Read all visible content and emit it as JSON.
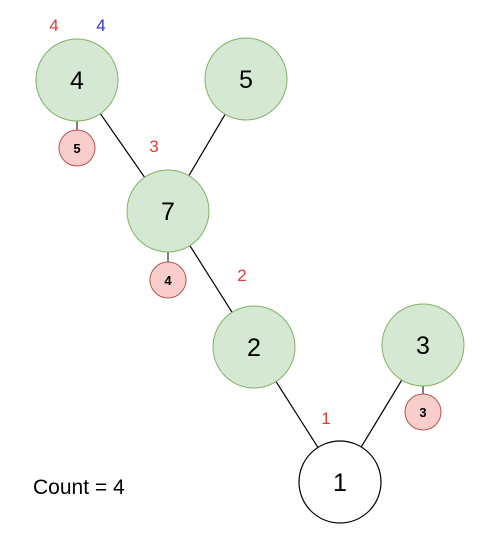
{
  "count_label": "Count = 4",
  "colors": {
    "node_fill": "#d5e8d4",
    "node_stroke": "#82b366",
    "root_fill": "#ffffff",
    "root_stroke": "#000000",
    "badge_fill": "#f8cecc",
    "badge_stroke": "#b85450",
    "edge": "#000000",
    "annot_red": "#e53935",
    "annot_blue": "#3333cc"
  },
  "nodes": [
    {
      "id": "n4",
      "label": "4",
      "style": "green"
    },
    {
      "id": "n5",
      "label": "5",
      "style": "green"
    },
    {
      "id": "n7",
      "label": "7",
      "style": "green"
    },
    {
      "id": "n2",
      "label": "2",
      "style": "green"
    },
    {
      "id": "n3",
      "label": "3",
      "style": "green"
    },
    {
      "id": "n1",
      "label": "1",
      "style": "root"
    }
  ],
  "edges": [
    {
      "from": "n4",
      "to": "n7"
    },
    {
      "from": "n5",
      "to": "n7"
    },
    {
      "from": "n7",
      "to": "n2"
    },
    {
      "from": "n2",
      "to": "n1"
    },
    {
      "from": "n3",
      "to": "n1"
    }
  ],
  "badges": [
    {
      "node": "n4",
      "label": "5"
    },
    {
      "node": "n7",
      "label": "4"
    },
    {
      "node": "n3",
      "label": "3"
    }
  ],
  "annotations": [
    {
      "id": "a-n4-red",
      "label": "4",
      "color": "red"
    },
    {
      "id": "a-n4-blue",
      "label": "4",
      "color": "blue"
    },
    {
      "id": "a-n7",
      "label": "3",
      "color": "red"
    },
    {
      "id": "a-n2",
      "label": "2",
      "color": "red"
    },
    {
      "id": "a-n1",
      "label": "1",
      "color": "red"
    }
  ]
}
